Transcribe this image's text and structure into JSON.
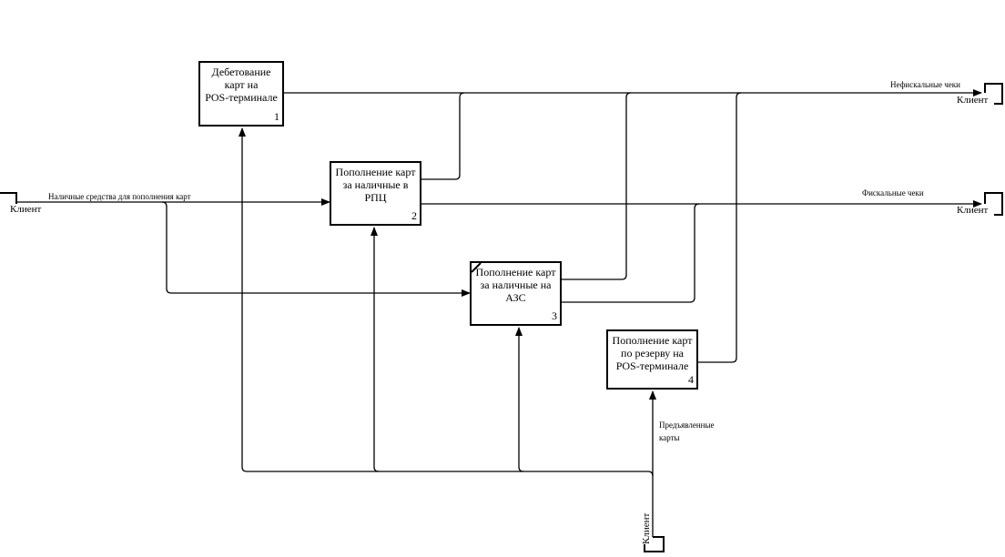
{
  "diagram": {
    "type": "IDEF0",
    "activities": [
      {
        "id": "1",
        "title": "Дебетование\nкарт на\nPOS-терминале"
      },
      {
        "id": "2",
        "title": "Пополнение карт\nза наличные в\nРПЦ"
      },
      {
        "id": "3",
        "title": "Пополнение карт\nза наличные на\nАЗС"
      },
      {
        "id": "4",
        "title": "Пополнение карт\nпо резерву на\nPOS-терминале"
      }
    ],
    "arrows": {
      "input_cash": "Наличные средства для пополнения карт",
      "output_nonfiscal": "Нефискальные чеки",
      "output_fiscal": "Фискальные чеки",
      "mechanism_cards": "Предъявленные\nкарты"
    },
    "tunnels": {
      "left_input": "Клиент",
      "right_nonfiscal": "Клиент",
      "right_fiscal": "Клиент",
      "bottom": "Клиент"
    }
  }
}
